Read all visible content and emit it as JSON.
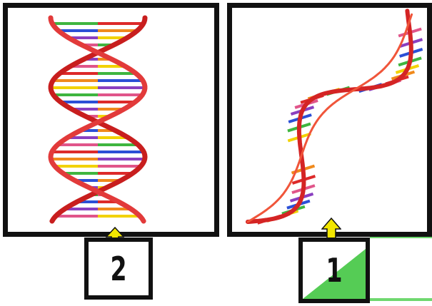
{
  "panels": [
    {
      "label": "2",
      "image": "double-helix-vertical"
    },
    {
      "label": "1",
      "image": "twisted-helix-diagonal"
    }
  ],
  "colors": {
    "border": "#111111",
    "backbone_red": "#dd2a2a",
    "arrow_yellow": "#f2e600",
    "green_highlight": "#55cc55"
  },
  "icons": [
    "up-arrow-icon"
  ]
}
